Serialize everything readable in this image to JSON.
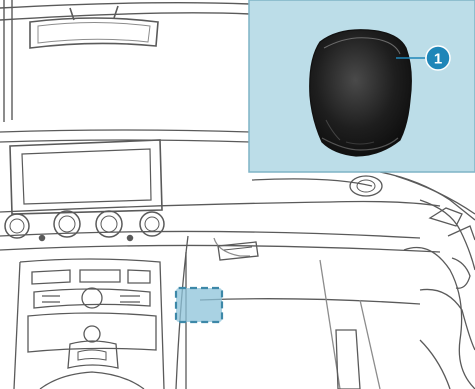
{
  "illustration": {
    "subject": "vehicle-interior-dashboard",
    "colors": {
      "line": "#5a5a5a",
      "line_light": "#8c8c8c",
      "detail_box_bg": "#bcdde8",
      "detail_box_border": "#7fb3c6",
      "highlight_fill": "#8cc3d9",
      "highlight_border": "#3d88a8",
      "callout_fill": "#1f86b8",
      "callout_text": "#ffffff",
      "part_fill": "#1b1b1b"
    }
  },
  "detail_view": {
    "callout": {
      "label": "1"
    }
  },
  "highlight_region": {
    "icon": "dashed-location-box"
  }
}
